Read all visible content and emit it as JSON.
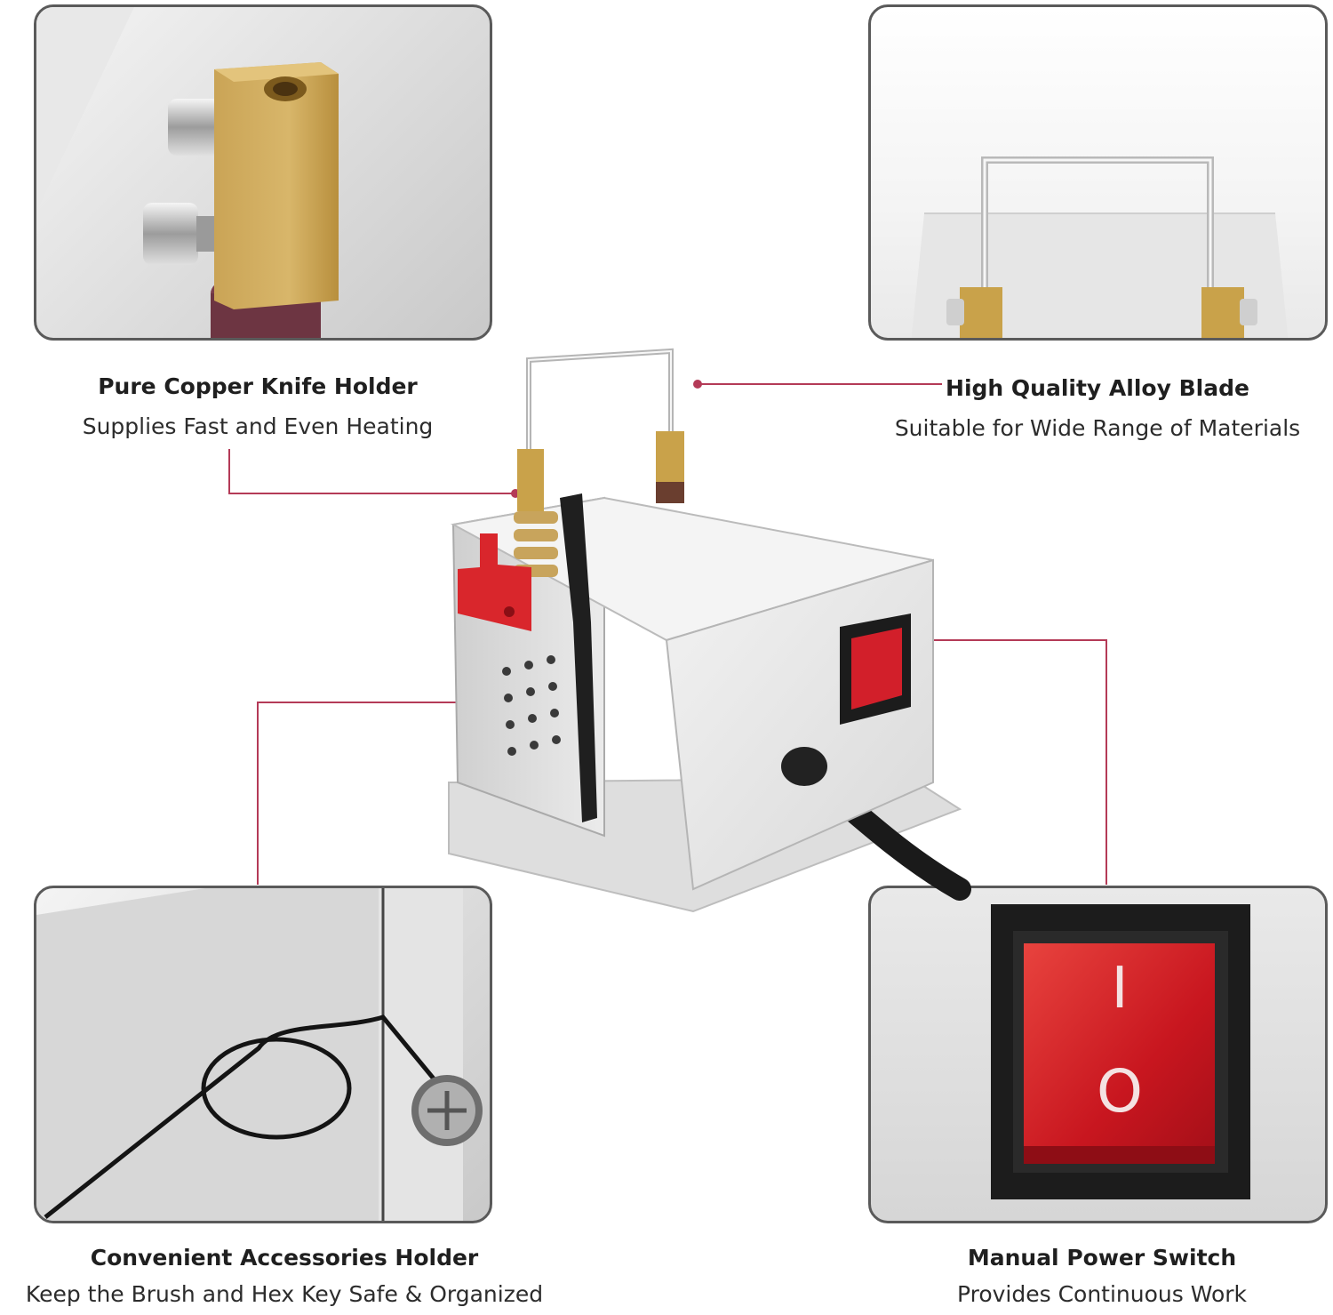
{
  "features": {
    "copper_holder": {
      "title": "Pure Copper Knife Holder",
      "subtitle": "Supplies Fast and Even Heating"
    },
    "alloy_blade": {
      "title": "High Quality Alloy Blade",
      "subtitle": "Suitable for Wide Range of Materials"
    },
    "accessories_holder": {
      "title": "Convenient Accessories Holder",
      "subtitle": "Keep the Brush and Hex Key Safe & Organized"
    },
    "power_switch": {
      "title": "Manual Power Switch",
      "subtitle": "Provides Continuous Work"
    }
  },
  "colors": {
    "callout_line": "#b43a57",
    "brass": "#c9a24a",
    "switch_red": "#d21f2a",
    "switch_frame": "#1c1c1c",
    "steel": "#e2e2e2"
  },
  "icons": {
    "power_on_symbol": "I",
    "power_off_symbol": "O"
  }
}
